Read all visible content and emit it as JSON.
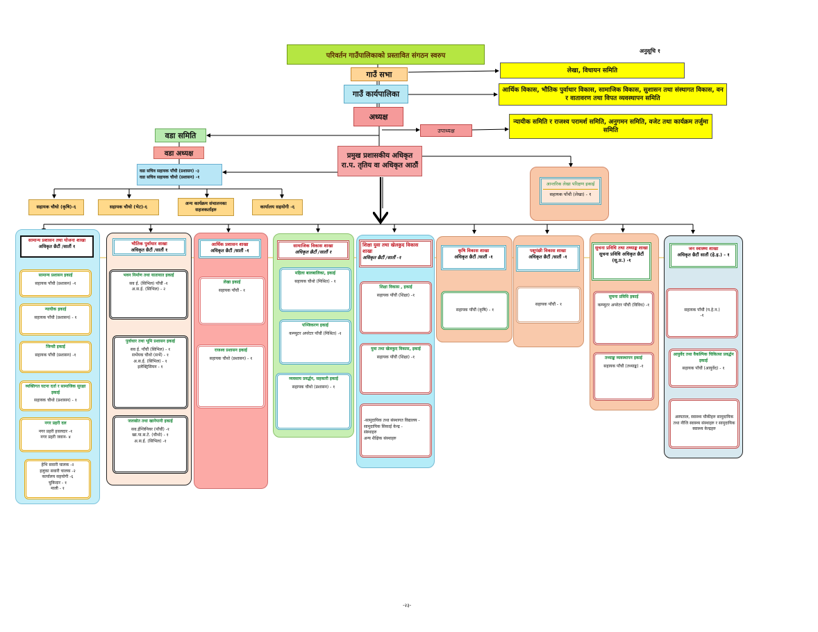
{
  "header": {
    "title": "परिवर्तन गाउँपालिकाको प्रस्तावित संगठन स्वरुप",
    "anusuchi": "अनुसूचि १"
  },
  "top": {
    "gaun_sabha": "गाउँ सभा",
    "gaun_karyapalika": "गाउँ कार्यपालिका",
    "adhyaksha": "अध्यक्ष",
    "upadhyaksha": "उपाध्यक्ष",
    "lekha_samiti": "लेखा, विधायन समिति",
    "karyapalika_samiti": "आर्थिक विकास, भौतिक पुर्वाधार विकास, सामाजिक विकास, सुशासन तथा संस्थागत विकास, वन र वातावरण तथा विपत व्यवस्थापन समिति",
    "nyayik_samiti": "न्यायीक समिति र राजश्व परामर्श समिति, अनुगमन समिति, वजेट तथा कार्यक्रम तर्जुमा समिति"
  },
  "ward": {
    "samiti": "वडा समिति",
    "adhyaksha": "वडा अध्यक्ष",
    "staff_1": "वडा सचिव सहायक पाँचौ (प्रशासन) -३",
    "staff_2": "वडा सचिव सहायक चौथो (प्रशासन) -१",
    "units": [
      "सहायक चौथो (कृषि)-६",
      "सहायक चौथो (भेट)-६",
      "अन्य कार्यक्रम संचालनका सहजकर्ताहरु",
      "कार्यालय सहयोगी -६"
    ]
  },
  "cao": {
    "line1": "प्रमुख प्रशासकीय अधिकृत",
    "line2": "रा.प. तृतिय वा अधिकृत आठौं"
  },
  "audit": {
    "title": "आन्तरिक लेखा परिक्षण इकाई",
    "staff": "सहायक पाँचौ (लेखा) - १"
  },
  "columns": {
    "c1": {
      "title": "सामान्य प्रशासन तथा योजना शाखा",
      "officer": "अधिकृत छैटौं /सातौं १",
      "units": [
        {
          "title": "सामान्य प्रशासन इकाई",
          "body": "सहायक पाँचौ (प्रशासन) -१"
        },
        {
          "title": "न्यायीक इकाई",
          "body": "सहायक पाँचौ (प्रशासन) - १"
        },
        {
          "title": "जिन्सी इकाई",
          "body": "सहायक पाँचौ (प्रशासन) -१"
        },
        {
          "title": "व्यक्तिगत घटना दर्ता र सामाजिक सुरक्षा इकाई",
          "body": "सहायक चौथो (प्रशासन) - १"
        },
        {
          "title": "नगर प्रहरी दल",
          "body": "नगर प्रहरी हवलदार -१\nनगर प्रहरी जवान- ४"
        },
        {
          "title": "",
          "body": "हेभि सवारी चालक -२\nहलुका सवारी चालक -२\nकार्यालय सहयोगी -६\nचुकिदार - १\nमाली - १"
        }
      ]
    },
    "c2": {
      "title": "भौतिक पुर्वाधार शाखा",
      "officer": "अधिकृत छैटौं /सातौं १",
      "units": [
        {
          "title": "भवन निर्माण तथा यातायात इकाई",
          "body": "सव ई. (सिभिल) पाँचौं -१\nअ.स.ई. (सिभिल) - २"
        },
        {
          "title": "पुर्वाधार तथा भूमि प्रशासन इकाई",
          "body": "सव ई. पाँचौं (सिभिल) - १\nसर्भेयक चौथो (सर्भे) - १\nअ.स.ई. (सिभिल) - १\nइलेक्ट्रिसियन - १"
        },
        {
          "title": "जलस्रोत तथा खानेपानी इकाई",
          "body": "सव.ईन्जिनियर (पाँचौं) -१\nखा.पा.स.टे. (चौथो) - १\nअ.स.ई. (सिभिल) -१"
        }
      ]
    },
    "c3": {
      "title": "आर्थिक प्रशासन शाखा",
      "officer": "अधिकृत छैटौं /सातौं -१",
      "units": [
        {
          "title": "लेखा इकाई",
          "body": "सहायक पाँचौं - १"
        },
        {
          "title": "राजश्व प्रशासन इकाई",
          "body": "सहायक चौथो (प्रशासन) - १"
        }
      ]
    },
    "c4": {
      "title": "सामाजिक विकास शाखा",
      "officer": "अधिकृत छैटौं /सातौं १",
      "units": [
        {
          "title": "महिला बालबालिका, इकाई",
          "body": "सहायक चौथो (मिश्रित) - १"
        },
        {
          "title": "पञ्जिकरण इकाई",
          "body": "कम्प्युटर अपरेटर पाँचौं (मिश्रित) -१"
        },
        {
          "title": "व्यवसाय प्रवर्द्धन, सहकारी इकाई",
          "body": "सहायक चौथो (प्रशासन) - १"
        }
      ]
    },
    "c5": {
      "title": "शिक्षा युवा तथा खेलकुद विकास शाखा",
      "officer": "अधिकृत छैटौं /सातौं -१",
      "units": [
        {
          "title": "शिक्षा विकास , इकाई",
          "body": "सहायक पाँचौं (शिक्षा) -१"
        },
        {
          "title": "युवा तथा खेलकुद विकास, इकाई",
          "body": "सहायक पाँचौं (शिक्षा) -१"
        },
        {
          "title": "",
          "body": "-सामुदायिक तथा संस्थागत विद्यालय -\nसामुदायिक सिकाई केन्द्र -\nसंस्थाहरु\nअन्य शैक्षिक संस्थाहरु"
        }
      ]
    },
    "c6": {
      "title": "कृषि विकास शाखा",
      "officer": "अधिकृत छैटौं /सातौं -१",
      "units": [
        {
          "title": "",
          "body": "सहायक पाँचौं (कृषि) - १"
        }
      ]
    },
    "c7": {
      "title": "पशुपंछी विकास शाखा",
      "officer": "अधिकृत छैटौं /सातौं -१",
      "units": [
        {
          "title": "",
          "body": "सहायक पाँचौं - १"
        }
      ]
    },
    "c8": {
      "title": "सुचना प्रविधि तथा तथ्याङ्क शाखा",
      "officer": "सुचना प्रविधि अधिकृत छैटौं (सू.प्र.) -१",
      "units": [
        {
          "title": "सुचना प्रविधि इकाई",
          "body": "कम्प्युटर अपरेटर पाँचौं (विविध) -१"
        },
        {
          "title": "तथ्याङ्क व्यवस्थापन इकाई",
          "body": "सहायक पाँचौं (तथ्याङ्क) -१"
        }
      ]
    },
    "c9": {
      "title": "जन स्वास्थ्य शाखा",
      "officer": "अधिकृत छैटौं सातौं (हे.इ.) - १",
      "units": [
        {
          "title": "",
          "body": "सहायक पाँचौं (प.हे.न.)\n-१"
        },
        {
          "title": "आयुर्वेद तथा वैकल्पिक चिकित्सा प्रवर्द्धन इकाई",
          "body": "सहायक पाँचौं (आयुर्वेद) - १"
        },
        {
          "title": "",
          "body": "अस्पताल, स्वास्थ्य चौकीहरु सामुदायिक तथा नीजि स्वास्थ्य संस्थाहरु र सामुदायिक स्वास्थ्य केन्द्रहरु"
        }
      ]
    }
  },
  "page_number": "-२३-"
}
